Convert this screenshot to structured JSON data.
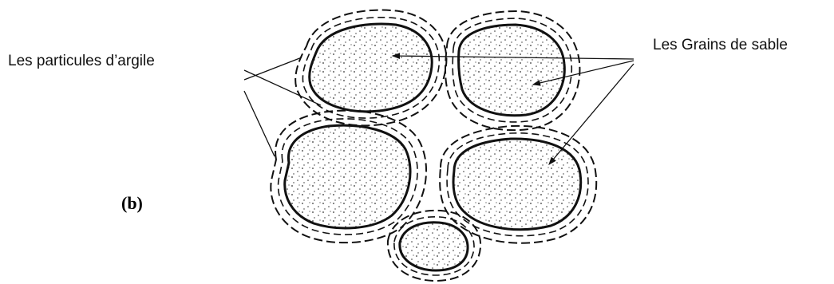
{
  "labels": {
    "clay_particles": "Les particules d’argile",
    "sand_grains": "Les Grains de sable",
    "panel": "(b)"
  },
  "colors": {
    "ink": "#111111",
    "grain_fill": "#f4f4f4"
  },
  "elements": {
    "sand_grain_count": 5,
    "clay_coating_style": "dashed"
  }
}
